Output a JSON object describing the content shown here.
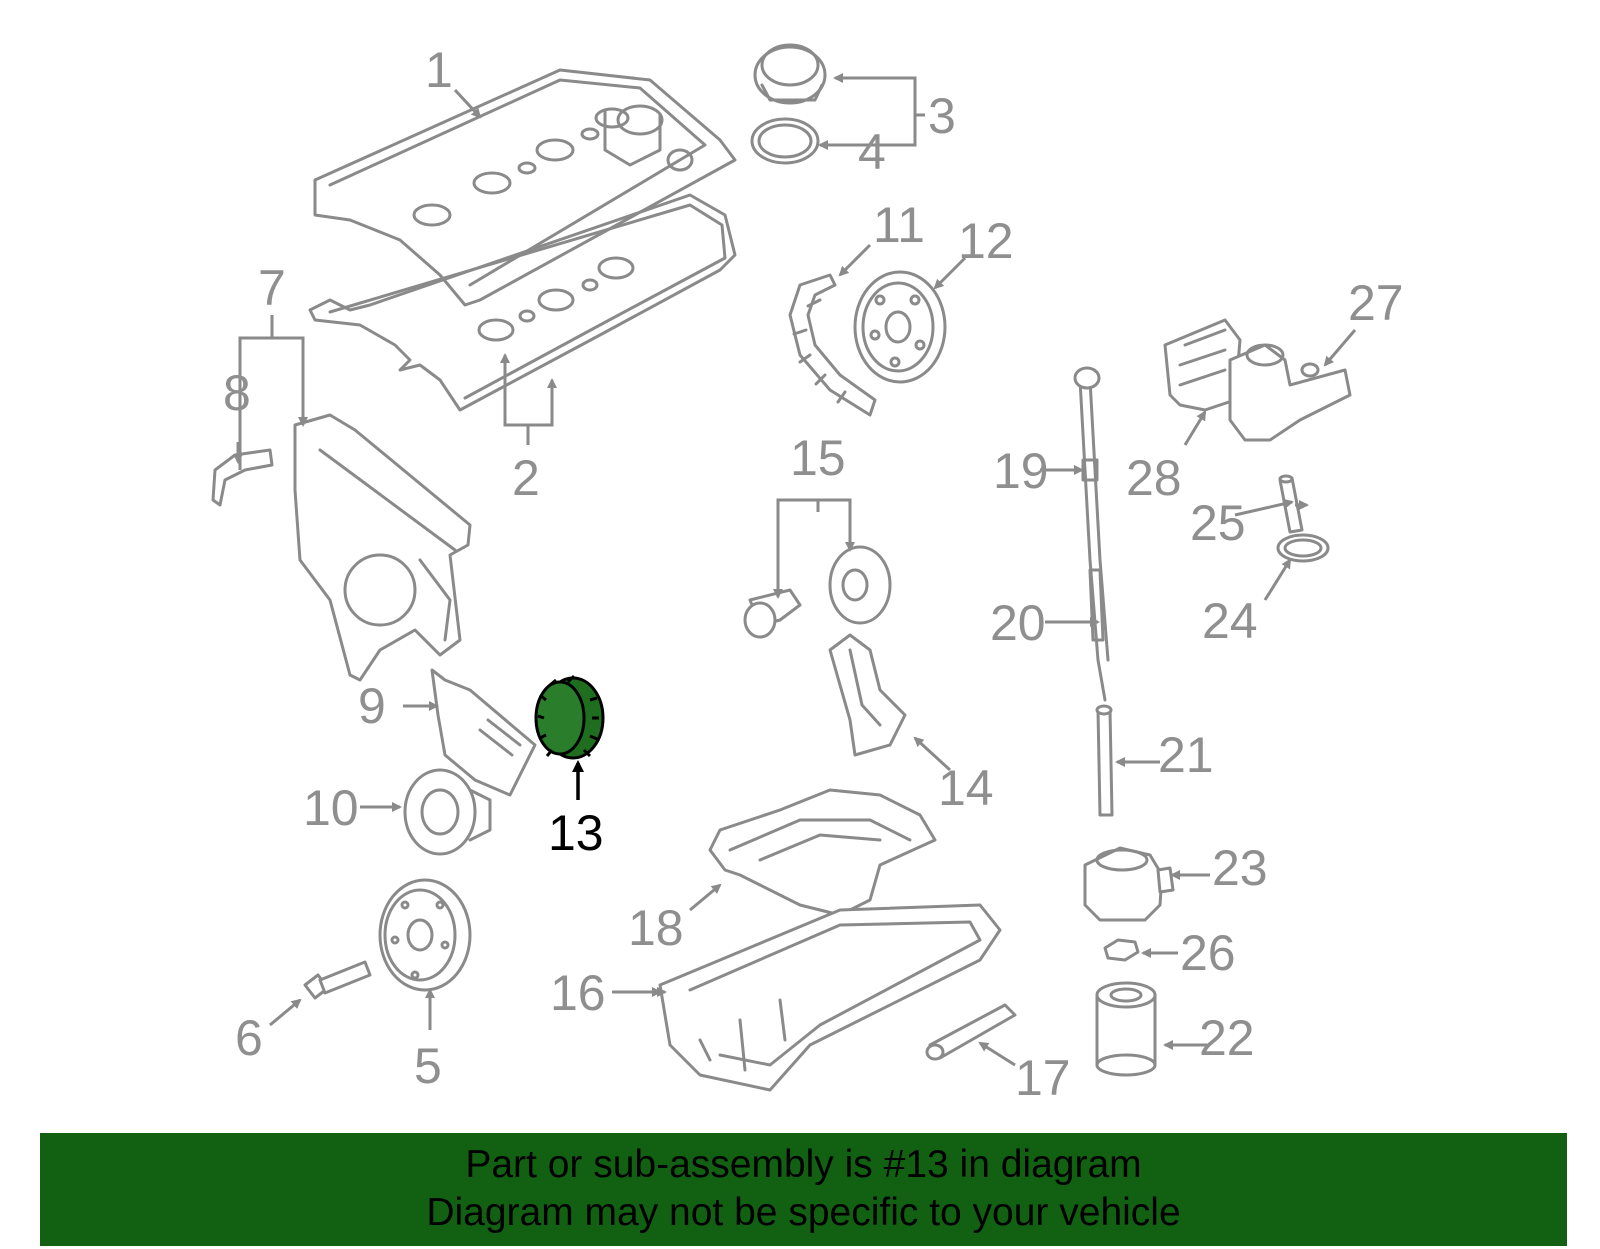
{
  "highlight_part": "13",
  "colors": {
    "banner_bg": "#126112",
    "part_gray": "#8a8a8a",
    "label_gray": "#8f8f8f",
    "highlight_fill": "#1f6e1f"
  },
  "callouts": [
    "1",
    "2",
    "3",
    "4",
    "5",
    "6",
    "7",
    "8",
    "9",
    "10",
    "11",
    "12",
    "13",
    "14",
    "15",
    "16",
    "17",
    "18",
    "19",
    "20",
    "21",
    "22",
    "23",
    "24",
    "25",
    "26",
    "27",
    "28"
  ],
  "banner": {
    "line1": "Part or sub-assembly is #13 in diagram",
    "line2": "Diagram may not be specific to your vehicle"
  }
}
